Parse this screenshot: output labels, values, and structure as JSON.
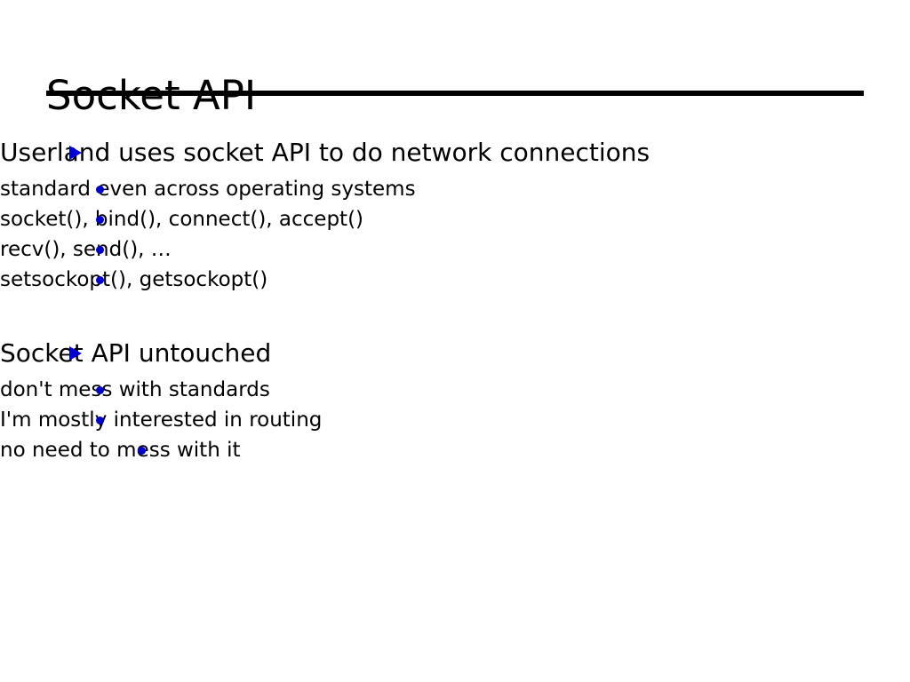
{
  "slide": {
    "title": "Socket API",
    "accent_color": "#0000cc",
    "text_color": "#000000",
    "background_color": "#ffffff",
    "rule_color": "#000000",
    "markers": {
      "level1": "triangle-right-marker",
      "level2": "dot-marker",
      "level3": "dot-marker"
    },
    "groups": [
      {
        "heading": "Userland uses socket API to do network connections",
        "sub_items": [
          "standard even across operating systems",
          "socket(), bind(), connect(), accept()",
          "recv(), send(), …",
          "setsockopt(), getsockopt()"
        ]
      },
      {
        "heading": "Socket API untouched",
        "sub_items": [
          "don't mess with standards",
          "I'm mostly interested in routing"
        ],
        "sub_sub_items": [
          "no need to mess with it"
        ]
      }
    ]
  }
}
